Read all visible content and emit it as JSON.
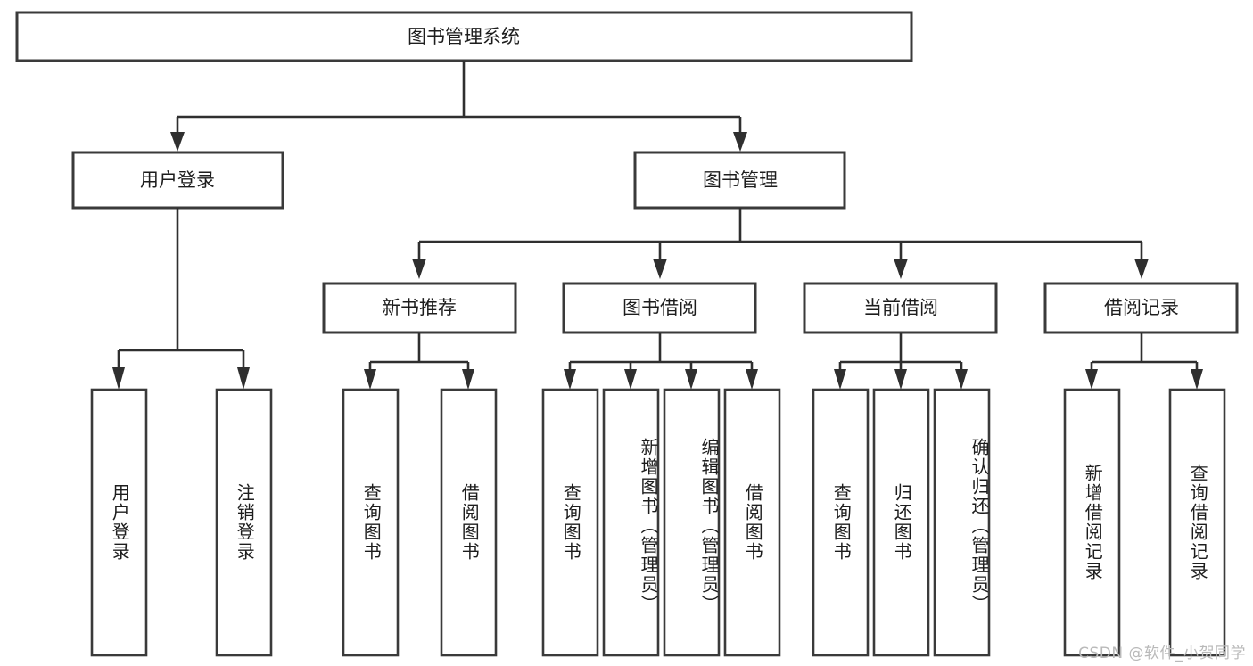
{
  "diagram": {
    "title_node": {
      "id": "root",
      "label": "图书管理系统"
    },
    "level1": [
      {
        "id": "login",
        "label": "用户登录"
      },
      {
        "id": "bookmgmt",
        "label": "图书管理"
      }
    ],
    "level2": [
      {
        "id": "newbook",
        "label": "新书推荐",
        "parent": "bookmgmt"
      },
      {
        "id": "borrow",
        "label": "图书借阅",
        "parent": "bookmgmt"
      },
      {
        "id": "current",
        "label": "当前借阅",
        "parent": "bookmgmt"
      },
      {
        "id": "records",
        "label": "借阅记录",
        "parent": "bookmgmt"
      }
    ],
    "leaves": [
      {
        "id": "leaf-user-login",
        "label": "用户登录",
        "parent": "login"
      },
      {
        "id": "leaf-logout",
        "label": "注销登录",
        "parent": "login"
      },
      {
        "id": "leaf-query-book-1",
        "label": "查询图书",
        "parent": "newbook"
      },
      {
        "id": "leaf-borrow-book-1",
        "label": "借阅图书",
        "parent": "newbook"
      },
      {
        "id": "leaf-query-book-2",
        "label": "查询图书",
        "parent": "borrow"
      },
      {
        "id": "leaf-add-book",
        "label": "新增图书（管理员）",
        "parent": "borrow"
      },
      {
        "id": "leaf-edit-book",
        "label": "编辑图书（管理员）",
        "parent": "borrow"
      },
      {
        "id": "leaf-borrow-book-2",
        "label": "借阅图书",
        "parent": "borrow"
      },
      {
        "id": "leaf-query-book-3",
        "label": "查询图书",
        "parent": "current"
      },
      {
        "id": "leaf-return-book",
        "label": "归还图书",
        "parent": "current"
      },
      {
        "id": "leaf-confirm-return",
        "label": "确认归还（管理员）",
        "parent": "current"
      },
      {
        "id": "leaf-add-record",
        "label": "新增借阅记录",
        "parent": "records"
      },
      {
        "id": "leaf-query-record",
        "label": "查询借阅记录",
        "parent": "records"
      }
    ],
    "colors": {
      "box_stroke": "#3a3a3a",
      "connector": "#2f2f2f",
      "box_fill": "#ffffff",
      "text": "#1d1d1d",
      "watermark": "#b9b9b9"
    }
  },
  "watermark": {
    "text": "CSDN @软件_小贺同学"
  }
}
